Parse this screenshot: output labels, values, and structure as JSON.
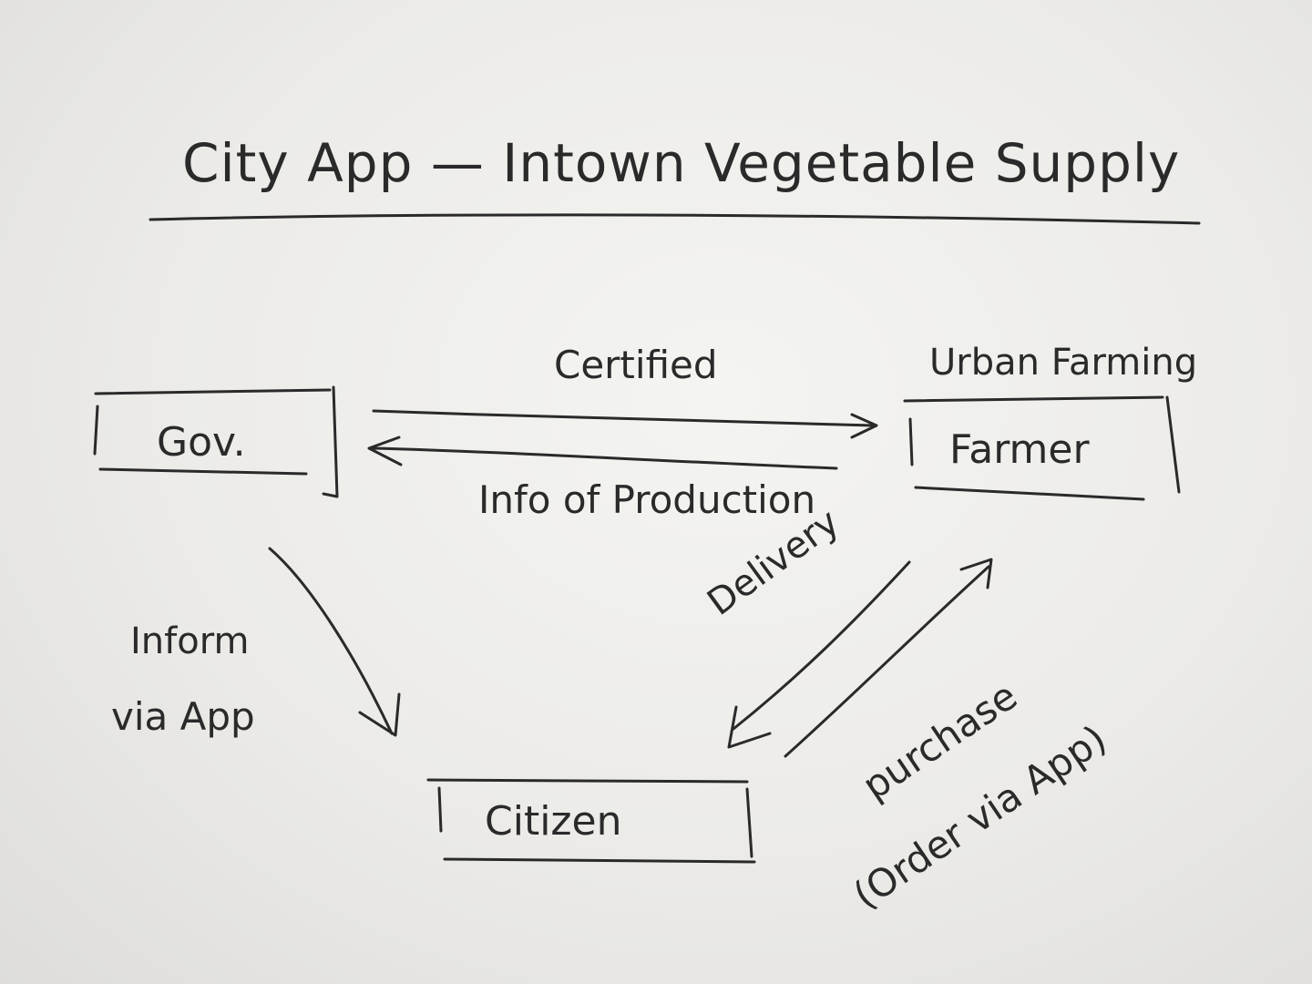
{
  "title": "City App — Intown Vegetable Supply",
  "nodes": {
    "gov": "Gov.",
    "farmer": "Farmer",
    "citizen": "Citizen"
  },
  "labels": {
    "farmer_group": "Urban Farming",
    "gov_to_farmer": "Certified",
    "farmer_to_gov": "Info of Production",
    "gov_to_citizen_line1": "Inform",
    "gov_to_citizen_line2": "via App",
    "farmer_to_citizen": "Delivery",
    "citizen_to_farmer_line1": "purchase",
    "citizen_to_farmer_line2": "(Order via App)"
  }
}
